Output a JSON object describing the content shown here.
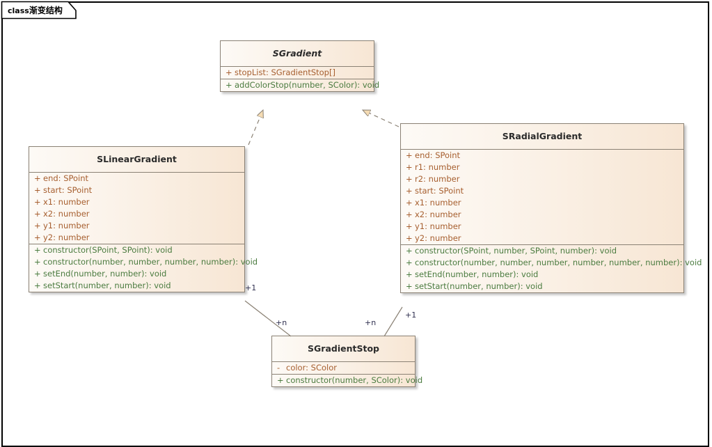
{
  "frame": {
    "keyword": "class",
    "name": "渐变结构"
  },
  "colors": {
    "box_fill_light": "#fdfaf6",
    "box_fill_dark": "#f7e6d4",
    "box_border": "#8a8174",
    "attribute_text": "#a65e2e",
    "method_text": "#4a7b3f",
    "title_text": "#2b2b2b",
    "connector": "#8a8174",
    "arrow_fill": "#f5dcb4",
    "edge_label_text": "#2f2f4f",
    "frame_border": "#000000"
  },
  "classes": [
    {
      "id": "sgradient",
      "name": "SGradient",
      "abstract": true,
      "attributes": [
        {
          "visibility": "+",
          "signature": "stopList: SGradientStop[]"
        }
      ],
      "methods": [
        {
          "visibility": "+",
          "signature": "addColorStop(number, SColor): void"
        }
      ]
    },
    {
      "id": "slineargradient",
      "name": "SLinearGradient",
      "abstract": false,
      "attributes": [
        {
          "visibility": "+",
          "signature": "end: SPoint"
        },
        {
          "visibility": "+",
          "signature": "start: SPoint"
        },
        {
          "visibility": "+",
          "signature": "x1: number"
        },
        {
          "visibility": "+",
          "signature": "x2: number"
        },
        {
          "visibility": "+",
          "signature": "y1: number"
        },
        {
          "visibility": "+",
          "signature": "y2: number"
        }
      ],
      "methods": [
        {
          "visibility": "+",
          "signature": "constructor(SPoint, SPoint): void"
        },
        {
          "visibility": "+",
          "signature": "constructor(number, number, number, number): void"
        },
        {
          "visibility": "+",
          "signature": "setEnd(number, number): void"
        },
        {
          "visibility": "+",
          "signature": "setStart(number, number): void"
        }
      ]
    },
    {
      "id": "sradialgradient",
      "name": "SRadialGradient",
      "abstract": false,
      "attributes": [
        {
          "visibility": "+",
          "signature": "end: SPoint"
        },
        {
          "visibility": "+",
          "signature": "r1: number"
        },
        {
          "visibility": "+",
          "signature": "r2: number"
        },
        {
          "visibility": "+",
          "signature": "start: SPoint"
        },
        {
          "visibility": "+",
          "signature": "x1: number"
        },
        {
          "visibility": "+",
          "signature": "x2: number"
        },
        {
          "visibility": "+",
          "signature": "y1: number"
        },
        {
          "visibility": "+",
          "signature": "y2: number"
        }
      ],
      "methods": [
        {
          "visibility": "+",
          "signature": "constructor(SPoint, number, SPoint, number): void"
        },
        {
          "visibility": "+",
          "signature": "constructor(number, number, number, number, number, number): void"
        },
        {
          "visibility": "+",
          "signature": "setEnd(number, number): void"
        },
        {
          "visibility": "+",
          "signature": "setStart(number, number): void"
        }
      ]
    },
    {
      "id": "sgradientstop",
      "name": "SGradientStop",
      "abstract": false,
      "attributes": [
        {
          "visibility": "-",
          "signature": "color: SColor"
        }
      ],
      "methods": [
        {
          "visibility": "+",
          "signature": "constructor(number, SColor): void"
        }
      ]
    }
  ],
  "relationships": [
    {
      "id": "lin-realizes-grad",
      "type": "realization",
      "from": "SLinearGradient",
      "to": "SGradient",
      "style": "dashed",
      "arrow": "hollow-triangle"
    },
    {
      "id": "rad-realizes-grad",
      "type": "realization",
      "from": "SRadialGradient",
      "to": "SGradient",
      "style": "dashed",
      "arrow": "hollow-triangle"
    },
    {
      "id": "lin-assoc-stop",
      "type": "association",
      "from": "SLinearGradient",
      "to": "SGradientStop",
      "style": "solid",
      "arrow": "none",
      "source_multiplicity": "+1",
      "target_multiplicity": "+n"
    },
    {
      "id": "rad-assoc-stop",
      "type": "association",
      "from": "SRadialGradient",
      "to": "SGradientStop",
      "style": "solid",
      "arrow": "none",
      "source_multiplicity": "+1",
      "target_multiplicity": "+n"
    }
  ],
  "edge_labels": {
    "linear_one": "+1",
    "stop_many_left": "+n",
    "stop_many_right": "+n",
    "radial_one": "+1"
  }
}
